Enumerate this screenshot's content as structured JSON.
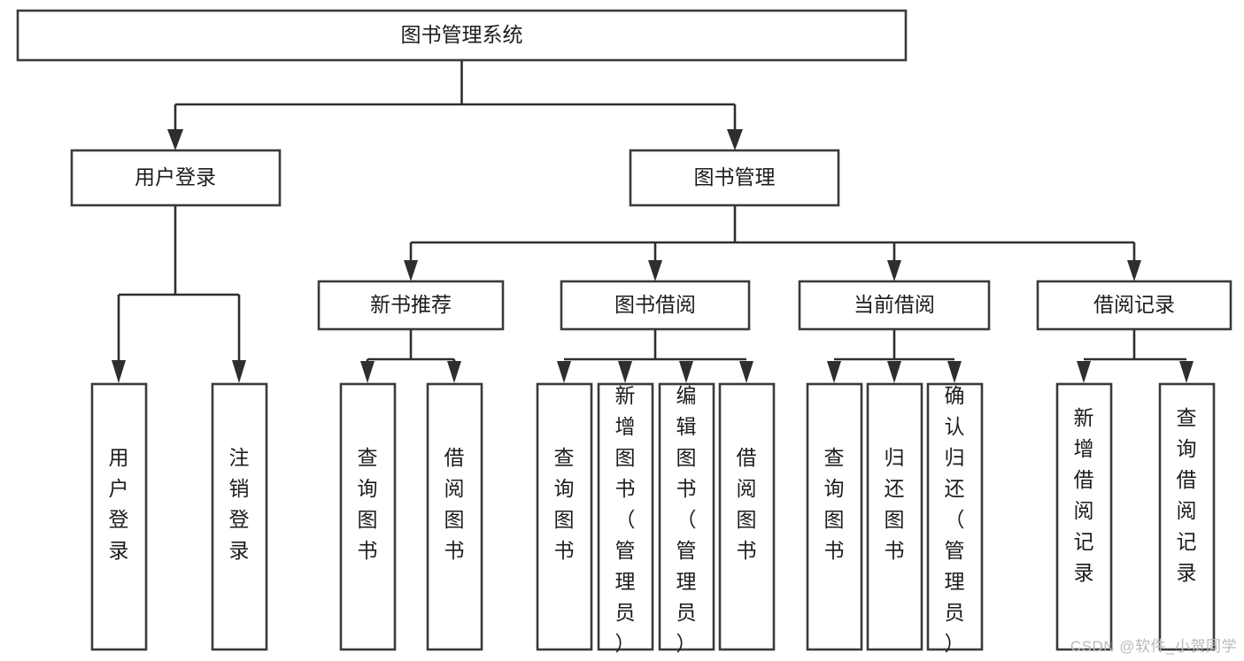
{
  "diagram": {
    "title": "图书管理系统",
    "type": "hierarchy-tree",
    "watermark": "CSDN @软件_小贺同学",
    "colors": {
      "box_fill": "#ffffff",
      "box_stroke": "#3a3a3a",
      "line": "#2e2e2e",
      "text": "#1c1c1c",
      "watermark": "#b9b9b9",
      "background": "#ffffff"
    },
    "root": {
      "label": "图书管理系统"
    },
    "level2": [
      {
        "label": "用户登录"
      },
      {
        "label": "图书管理"
      }
    ],
    "level3": [
      {
        "label": "新书推荐"
      },
      {
        "label": "图书借阅"
      },
      {
        "label": "当前借阅"
      },
      {
        "label": "借阅记录"
      }
    ],
    "leaves": {
      "user_login": [
        {
          "label": "用户登录"
        },
        {
          "label": "注销登录"
        }
      ],
      "new_book_recommend": [
        {
          "label": "查询图书"
        },
        {
          "label": "借阅图书"
        }
      ],
      "book_borrow": [
        {
          "label": "查询图书"
        },
        {
          "label": "新增图书（管理员）"
        },
        {
          "label": "编辑图书（管理员）"
        },
        {
          "label": "借阅图书"
        }
      ],
      "current_borrow": [
        {
          "label": "查询图书"
        },
        {
          "label": "归还图书"
        },
        {
          "label": "确认归还（管理员）"
        }
      ],
      "borrow_record": [
        {
          "label": "新增借阅记录"
        },
        {
          "label": "查询借阅记录"
        }
      ]
    }
  }
}
